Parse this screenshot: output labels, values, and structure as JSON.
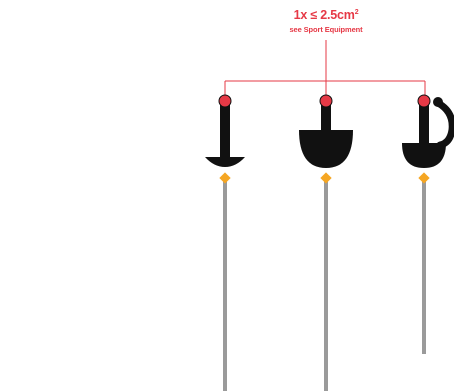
{
  "colors": {
    "accent_red": "#e63946",
    "hilt_black": "#111111",
    "blade_grey": "#9a9a9a",
    "marker_orange": "#f5a623"
  },
  "callout": {
    "main_text": "1x ≤ 2.5cm",
    "superscript": "2",
    "sub_text": "see Sport Equipment"
  },
  "weapons": [
    {
      "name": "foil-icon",
      "guard": "small-bell"
    },
    {
      "name": "epee-icon",
      "guard": "large-bell"
    },
    {
      "name": "sabre-icon",
      "guard": "knuckle-guard"
    }
  ]
}
